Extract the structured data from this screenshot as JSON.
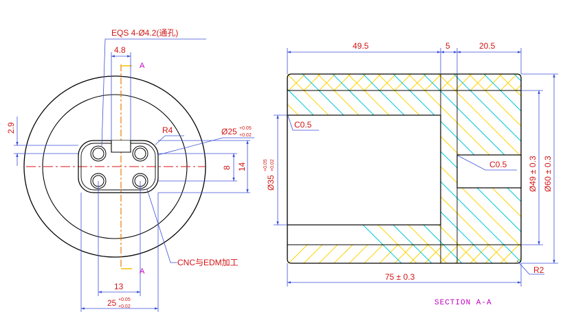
{
  "colors": {
    "outline": "#000000",
    "dimension": "#3b4fd8",
    "dimension_text": "#d21414",
    "centerline": "#e01010",
    "section_axis": "#f07a00",
    "hatch_a": "#ffd200",
    "hatch_b": "#00c8d8",
    "section_label": "#c000c0"
  },
  "front_view": {
    "note_holes": "EQS 4-Ø4.2(通孔)",
    "width_slot": "4.8",
    "height_offset": "2.9",
    "radius": "R4",
    "diameter_main": "Ø25",
    "diameter_tol_upper": "+0.05",
    "diameter_tol_lower": "+0.02",
    "dim_8": "8",
    "dim_14": "14",
    "dim_13": "13",
    "bottom_dim": "25",
    "bottom_tol_upper": "+0.05",
    "bottom_tol_lower": "+0.02",
    "note_process": "CNC与EDM加工",
    "section_mark_top": "A",
    "section_mark_bottom": "A"
  },
  "section_view": {
    "len_left": "49.5",
    "len_mid": "5",
    "len_right": "20.5",
    "chamfer_left": "C0.5",
    "chamfer_right": "C0.5",
    "bore_dia": "Ø35",
    "bore_tol_upper": "+0.05",
    "bore_tol_lower": "+0.02",
    "dia_49": "Ø49 ± 0.3",
    "dia_60": "Ø60 ± 0.3",
    "total_len": "75 ± 0.3",
    "radius_r2": "R2",
    "title": "SECTION A-A"
  }
}
